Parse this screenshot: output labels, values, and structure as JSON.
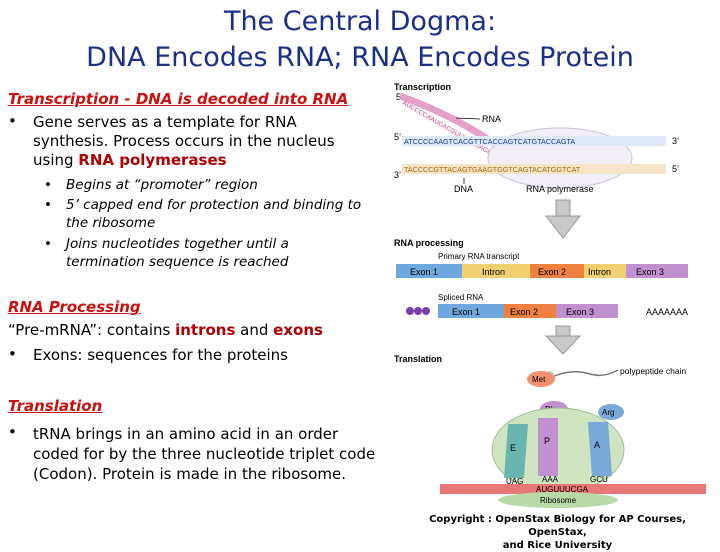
{
  "title": {
    "line1": "The Central Dogma:",
    "line2": "DNA Encodes RNA; RNA Encodes Protein"
  },
  "transcription": {
    "heading": "Transcription - DNA is decoded into RNA",
    "bullet1_pre": "Gene serves as a template for RNA synthesis. Process occurs in the nucleus using ",
    "bullet1_emph": "RNA polymerases",
    "sub": [
      "Begins at “promoter” region",
      "5’ capped end for protection and binding to the ribosome",
      "Joins nucleotides together until a termination sequence is reached"
    ]
  },
  "processing": {
    "heading": "RNA Processing",
    "line_pre": "“Pre-mRNA”: contains ",
    "introns": "introns",
    "and": " and ",
    "exons": "exons",
    "bullet": "Exons: sequences for the proteins"
  },
  "translation": {
    "heading": "Translation",
    "bullet": "tRNA brings in an amino acid in an order coded for by the three nucleotide triplet code (Codon). Protein is made in the ribosome."
  },
  "figure": {
    "transcription_label": "Transcription",
    "five_prime": "5’",
    "three_prime": "3’",
    "rna_label": "RNA",
    "dna_label": "DNA",
    "polymerase_label": "RNA polymerase",
    "strand_top": "ATCCCCAAGTCACGTTCACCAGTCATGTACCAGTA",
    "strand_bottom": "TACCCCGTTACAGTGAAGTGGTCAGTACATGGTCAT",
    "rna_seq": "AUCCCCAAUCACGUUCACGAGU",
    "processing_label": "RNA processing",
    "primary_label": "Primary RNA transcript",
    "primary_segments": [
      "Exon 1",
      "Intron",
      "Exon 2",
      "Intron",
      "Exon 3"
    ],
    "spliced_label": "Spliced RNA",
    "spliced_segments": [
      "Exon 1",
      "Exon 2",
      "Exon 3",
      "AAAAAAA"
    ],
    "translation_label": "Translation",
    "polypeptide_label": "polypeptide chain",
    "aa": [
      "Met",
      "Phe",
      "Arg"
    ],
    "sites": [
      "E",
      "P",
      "A"
    ],
    "codons": [
      "UAG",
      "AAA",
      "GCU"
    ],
    "mrna_seq": "AUGUUUCGA",
    "ribosome_label": "Ribosome"
  },
  "copyright": {
    "line1": "Copyright : OpenStax Biology for AP Courses, OpenStax,",
    "line2": "and Rice University"
  }
}
